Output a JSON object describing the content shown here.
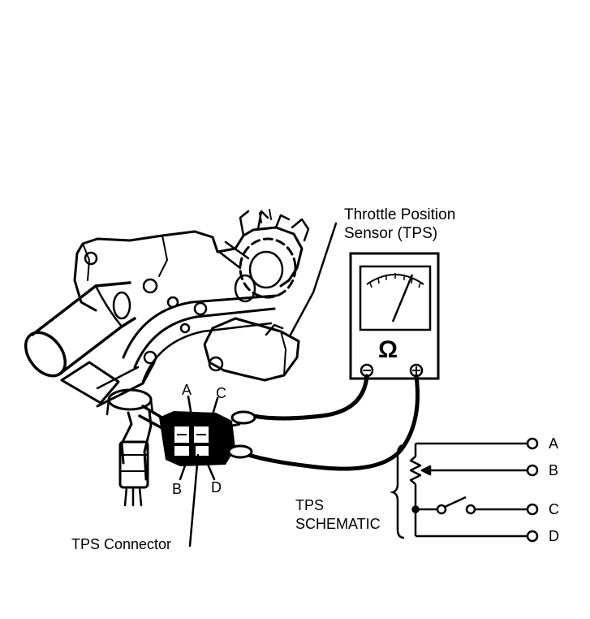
{
  "callouts": {
    "tps_line1": "Throttle Position",
    "tps_line2": "Sensor (TPS)",
    "connector": "TPS Connector"
  },
  "pins": {
    "a": "A",
    "b": "B",
    "c": "C",
    "d": "D"
  },
  "meter": {
    "symbol": "Ω"
  },
  "schematic": {
    "title_line1": "TPS",
    "title_line2": "SCHEMATIC",
    "terminals": [
      "A",
      "B",
      "C",
      "D"
    ]
  }
}
